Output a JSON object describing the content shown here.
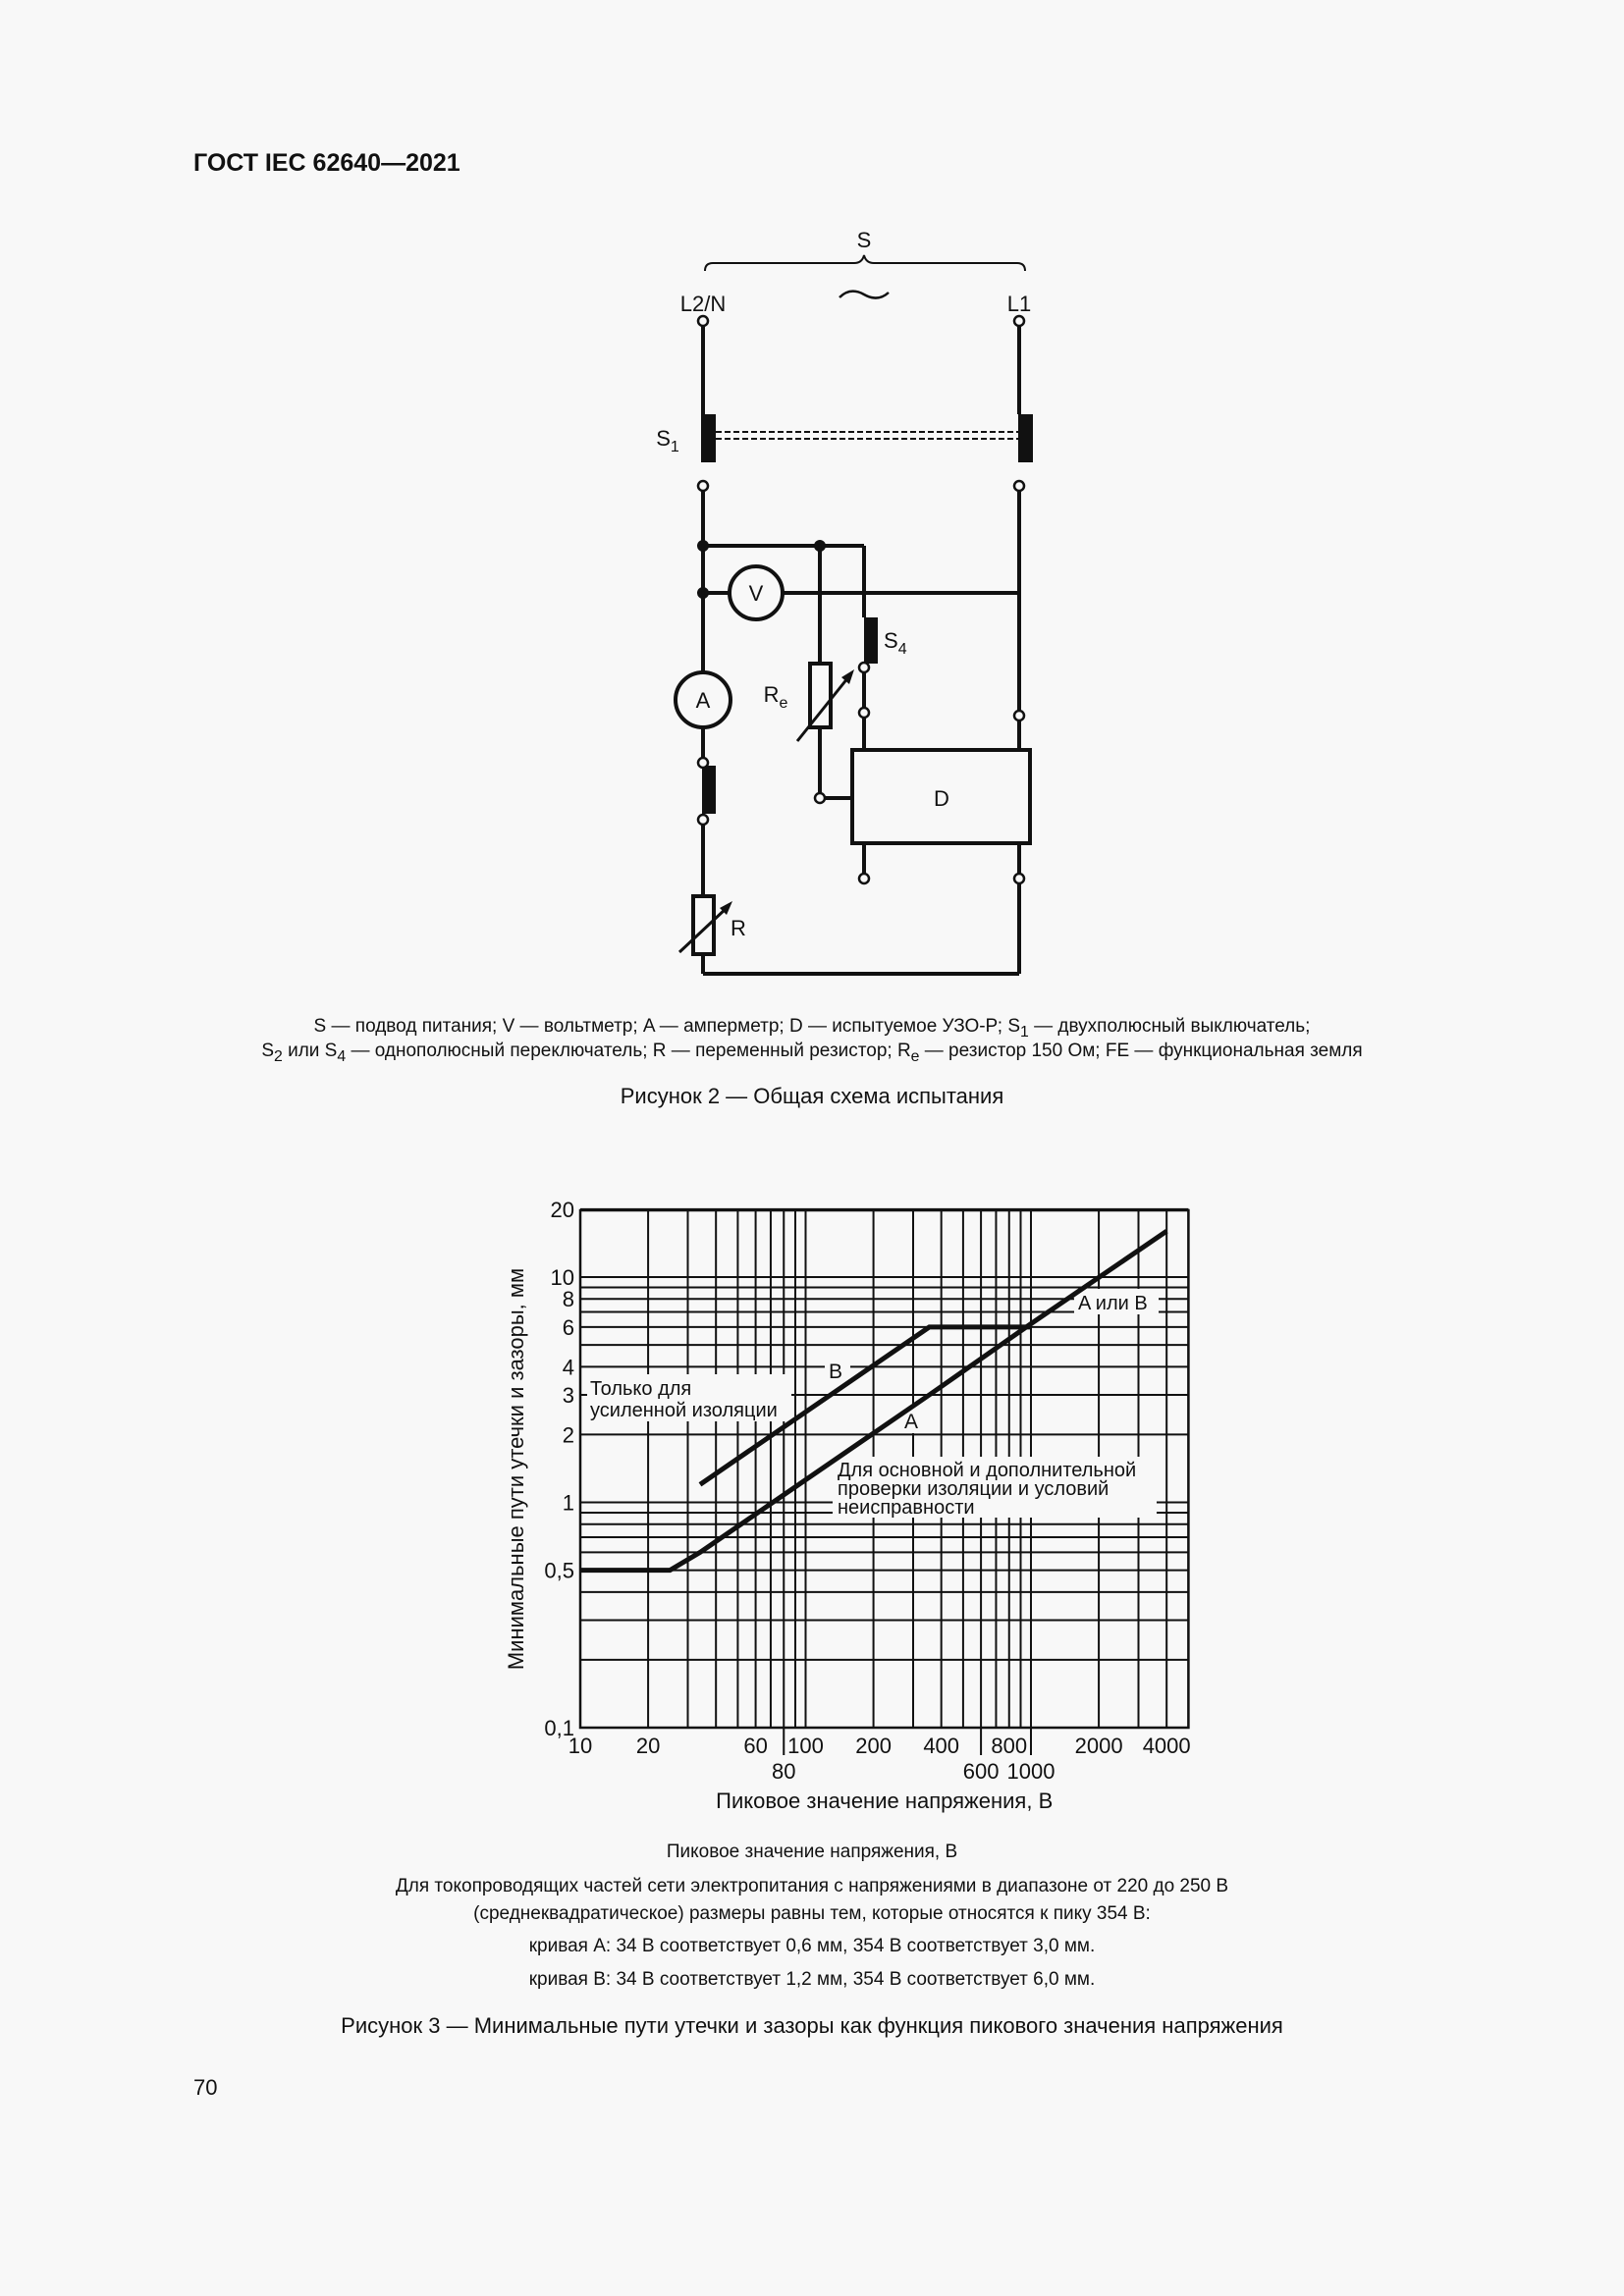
{
  "header": {
    "title": "ГОСТ IEC 62640—2021"
  },
  "figure2": {
    "labels": {
      "S": "S",
      "tilde": "~",
      "L2N": "L2/N",
      "L1": "L1",
      "S1": "S",
      "S1_sub": "1",
      "V": "V",
      "A": "A",
      "S4": "S",
      "S4_sub": "4",
      "Re": "R",
      "Re_sub": "e",
      "D": "D",
      "R": "R"
    },
    "legend_line1_a": "S — подвод питания; V — вольтметр; A — амперметр; D — испытуемое УЗО-Р; S",
    "legend_line1_sub": "1",
    "legend_line1_b": " — двухполюсный выключатель;",
    "legend_line2_a": "S",
    "legend_line2_sub1": "2",
    "legend_line2_b": " или S",
    "legend_line2_sub2": "4",
    "legend_line2_c": " — однополюсный переключатель; R — переменный резистор; R",
    "legend_line2_sub3": "e",
    "legend_line2_d": " — резистор 150 Ом; FE — функциональная земля",
    "caption": "Рисунок 2 — Общая схема испытания"
  },
  "chart_data": {
    "type": "line",
    "xlabel": "Пиковое значение напряжения, В",
    "ylabel": "Минимальные пути утечки и зазоры, мм",
    "xscale": "log",
    "yscale": "log",
    "xlim": [
      10,
      5000
    ],
    "ylim": [
      0.1,
      20
    ],
    "grid": true,
    "x_ticks_row1": [
      "10",
      "20",
      "60",
      "100",
      "200",
      "400",
      "800",
      "2000",
      "4000"
    ],
    "x_ticks_row2": [
      "80",
      "600",
      "1000"
    ],
    "y_ticks": [
      "0,1",
      "0,5",
      "1",
      "2",
      "3",
      "4",
      "6",
      "8",
      "10",
      "20"
    ],
    "series": [
      {
        "name": "A",
        "points": [
          [
            10,
            0.5
          ],
          [
            25,
            0.5
          ],
          [
            34,
            0.6
          ],
          [
            354,
            3.0
          ],
          [
            1000,
            6.2
          ],
          [
            4000,
            16
          ]
        ]
      },
      {
        "name": "B",
        "points": [
          [
            34,
            1.2
          ],
          [
            354,
            6.0
          ],
          [
            1000,
            6.0
          ]
        ]
      }
    ],
    "annotations": {
      "A_or_B": "A или B",
      "B": "B",
      "A": "A",
      "reinforced_1": "Только для",
      "reinforced_2": "усиленной изоляции",
      "basic_1": "Для основной и дополнительной",
      "basic_2": "проверки изоляции и условий",
      "basic_3": "неисправности"
    }
  },
  "figure3": {
    "xlabel_repeat": "Пиковое значение напряжения, В",
    "note1": "Для токопроводящих частей сети электропитания с напряжениями в диапазоне от 220 до 250 В",
    "note2": "(среднеквадратическое) размеры равны тем, которые относятся к пику 354 В:",
    "note3": "кривая A: 34 В соответствует 0,6 мм, 354 В соответствует 3,0 мм.",
    "note4": "кривая B: 34 В соответствует 1,2 мм, 354 В соответствует 6,0 мм.",
    "caption": "Рисунок 3 — Минимальные пути утечки и зазоры как функция пикового значения напряжения"
  },
  "page_number": "70"
}
